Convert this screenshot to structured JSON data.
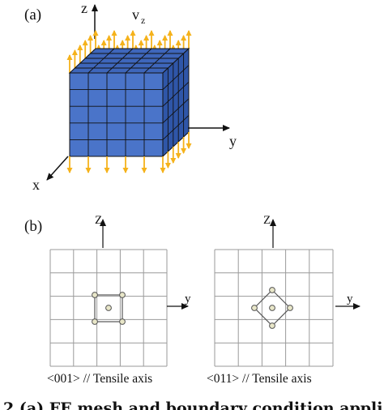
{
  "panel_a": {
    "label": "(a)",
    "axis_z": "z",
    "axis_y": "y",
    "axis_x": "x",
    "velocity_label": "v",
    "velocity_subscript": "z"
  },
  "panel_b": {
    "label": "(b)",
    "left": {
      "axis_z": "Z",
      "axis_y": "y",
      "caption": "<001> // Tensile axis"
    },
    "right": {
      "axis_z": "Z",
      "axis_y": "y",
      "caption": "<011> // Tensile axis"
    }
  },
  "figure_caption": "2 (a) FE mesh and boundary condition appli",
  "colors": {
    "cube_front": "#4a74c9",
    "cube_top": "#3e66bb",
    "cube_side": "#2f56a8",
    "mesh_line": "#111111",
    "arrow": "#f5b21b",
    "grid_line": "#9a9a9a",
    "node_fill": "#e8e6c8"
  }
}
